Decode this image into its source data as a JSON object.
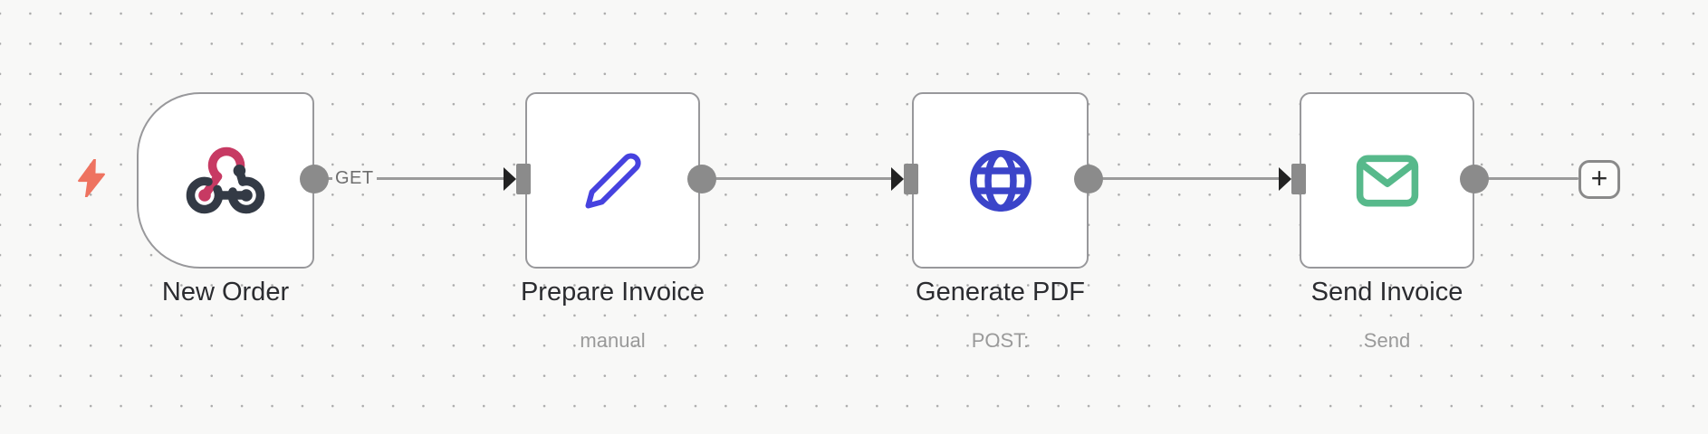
{
  "app": {
    "name": "workflow-canvas"
  },
  "workflow": {
    "trigger_hint_icon": "lightning-bolt-icon",
    "nodes": [
      {
        "title": "New Order",
        "subtitle": "",
        "icon": "webhook-icon",
        "kind": "trigger"
      },
      {
        "title": "Prepare Invoice",
        "subtitle": "manual",
        "icon": "pencil-icon",
        "kind": "action"
      },
      {
        "title": "Generate PDF",
        "subtitle": "POST:",
        "icon": "globe-icon",
        "kind": "action"
      },
      {
        "title": "Send Invoice",
        "subtitle": "Send",
        "icon": "envelope-icon",
        "kind": "action"
      }
    ],
    "connection_labels": {
      "first": "GET"
    },
    "add_node_button": "+"
  },
  "colors": {
    "canvas_bg": "#f8f8f7",
    "grid_dot": "#ababab",
    "node_border": "#98989b",
    "node_bg": "#ffffff",
    "connection": "#9b9b9b",
    "connector": "#8b8b8b",
    "arrowhead": "#222222",
    "title_text": "#2b2c30",
    "subtitle_text": "#9a9a9a",
    "webhook_pink": "#c73a63",
    "webhook_dark": "#333a45",
    "pencil_blue": "#4642df",
    "globe_blue": "#3b44c9",
    "envelope_green": "#57b98b",
    "trigger_bolt": "#ee7360"
  }
}
